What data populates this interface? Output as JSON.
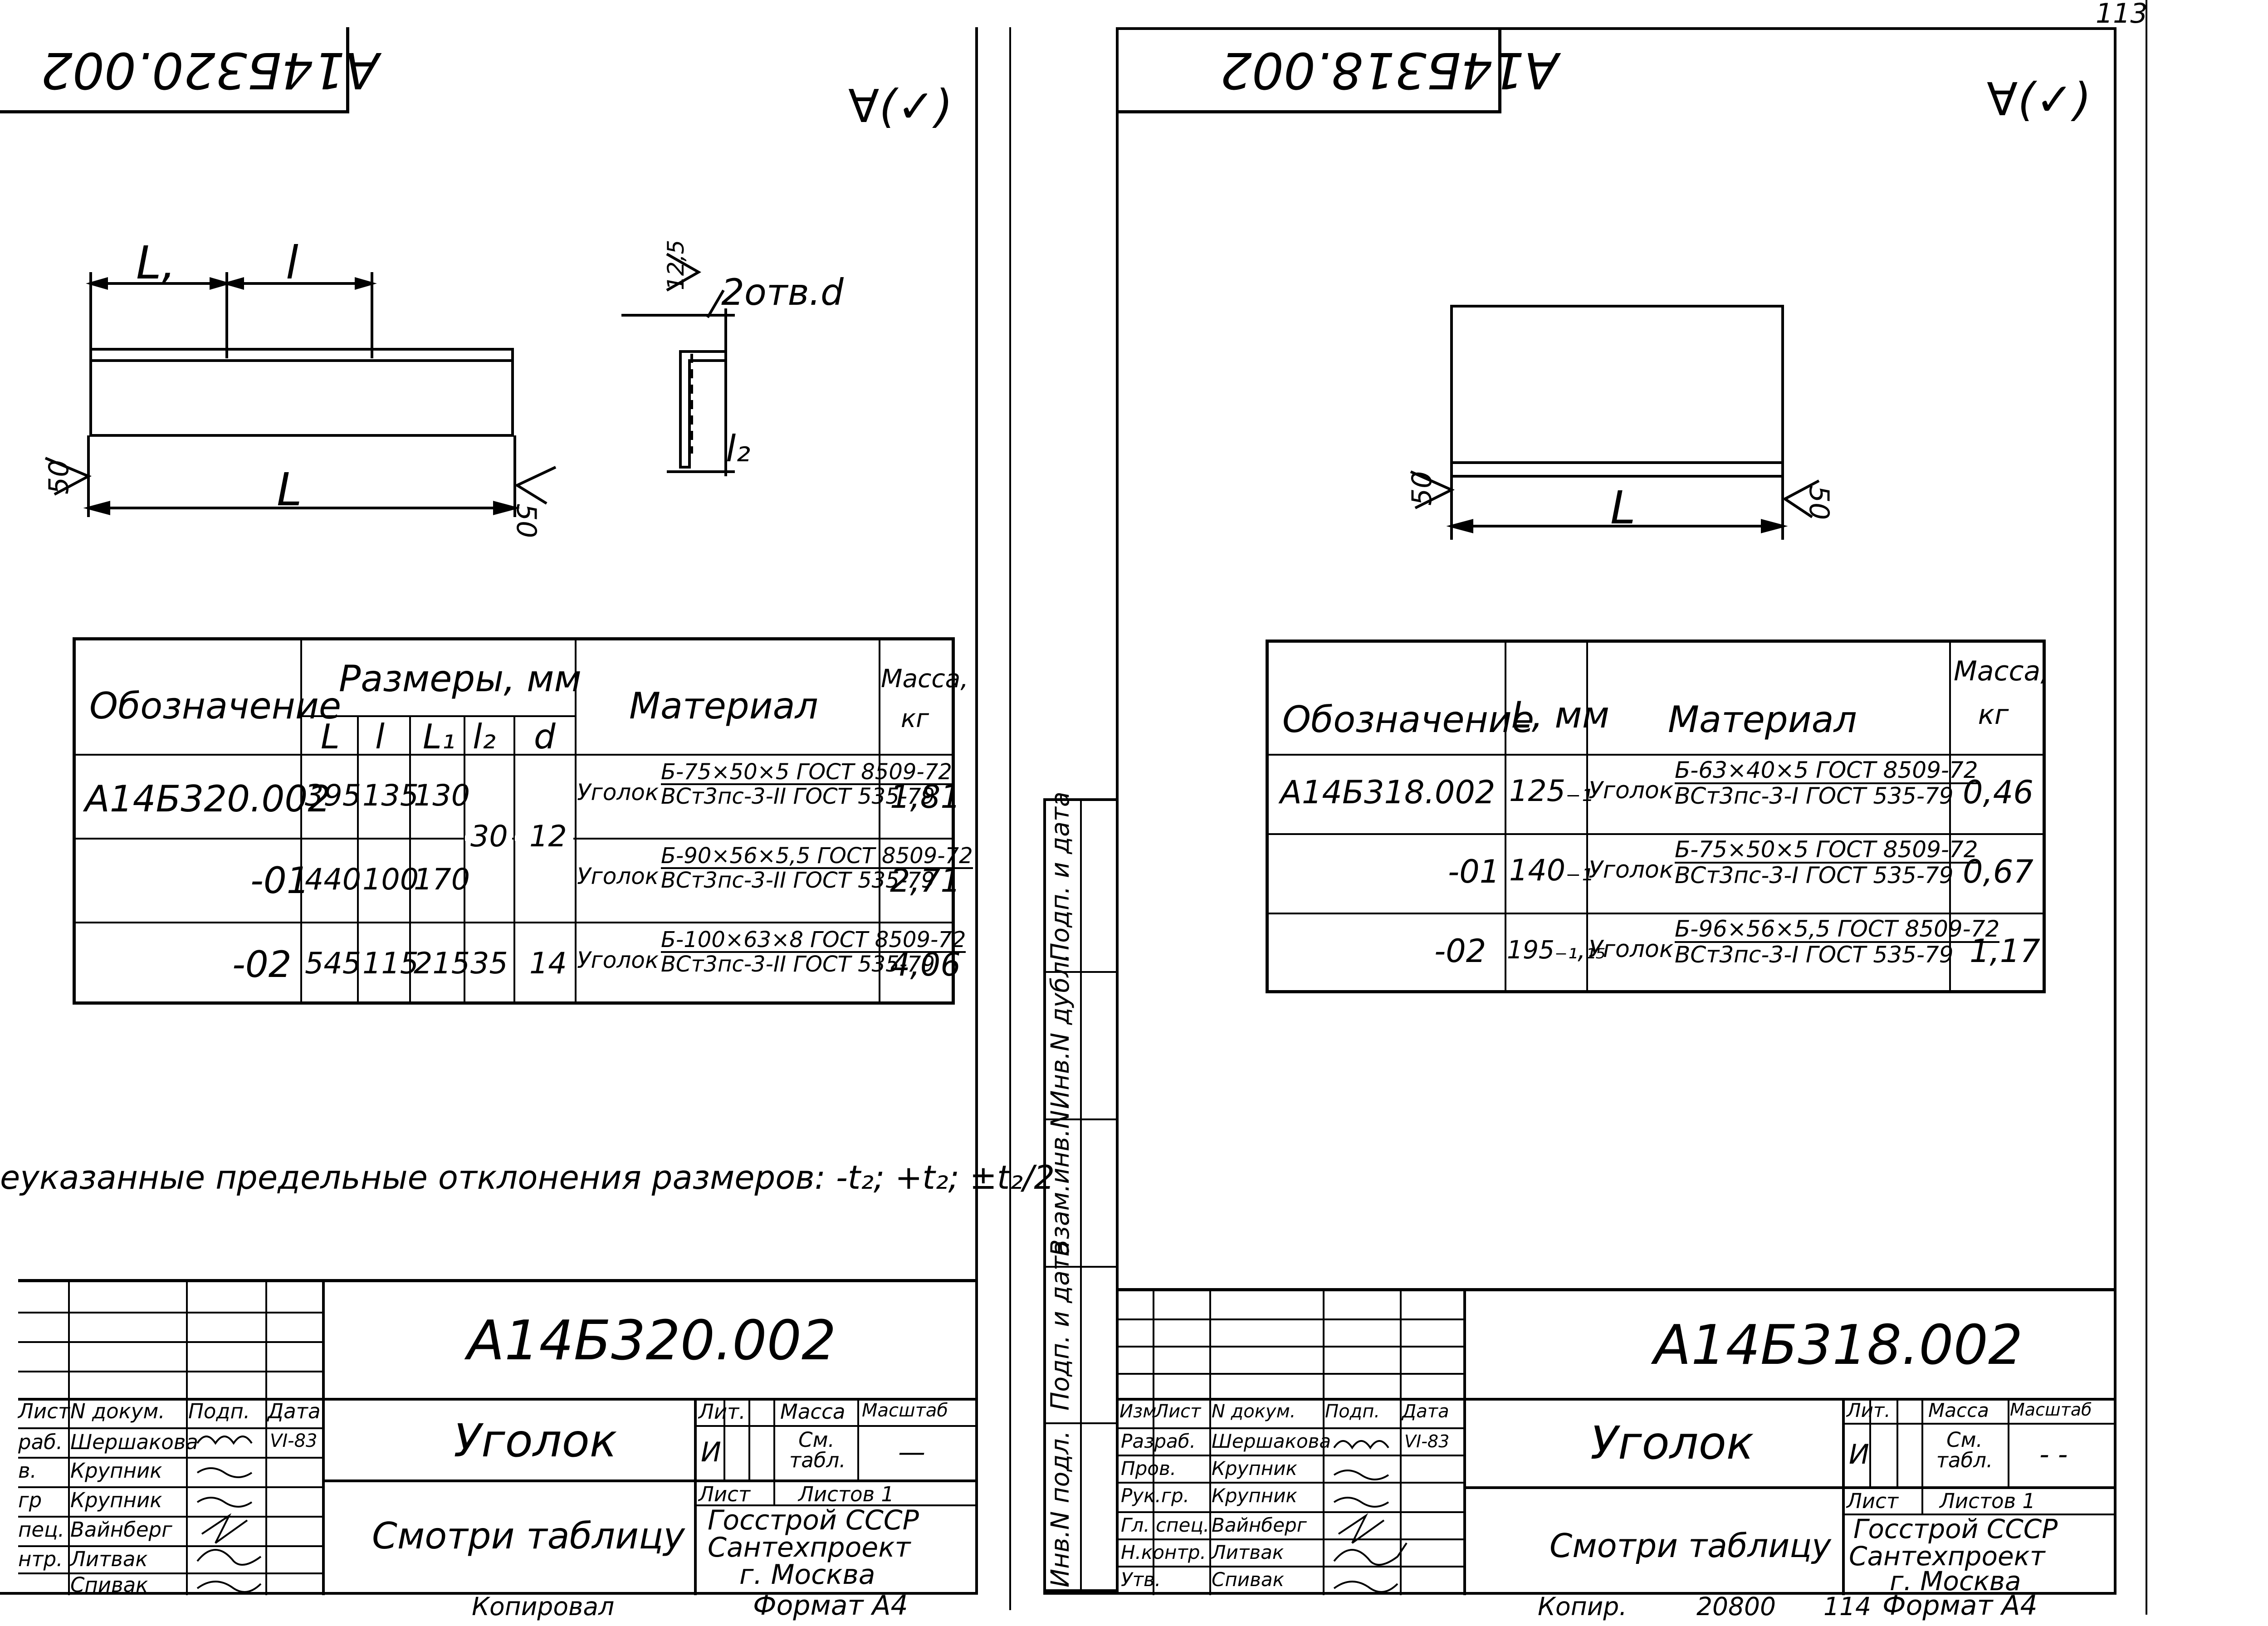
{
  "page_number": "113",
  "left_sheet": {
    "top_code": "А14Б320.002",
    "roughness": "∀(✓)",
    "dims": {
      "L1": "L,",
      "l": "l",
      "L": "L",
      "hole": "2отв.d",
      "l2": "l₂",
      "rough_top": "12,5",
      "rough_l": "50",
      "rough_r": "50"
    },
    "table": {
      "h_designation": "Обозначение",
      "h_sizes": "Размеры, мм",
      "h_L": "L",
      "h_l": "l",
      "h_L1": "L₁",
      "h_l2": "l₂",
      "h_d": "d",
      "h_material": "Материал",
      "h_mass": "Масса, кг",
      "rows": [
        {
          "designation": "А14Б320.002",
          "L": "395",
          "l": "135",
          "L1": "130",
          "l2": "30",
          "d": "12",
          "material_prefix": "Уголок",
          "material_top": "Б-75×50×5 ГОСТ 8509-72",
          "material_bottom": "ВСт3пс-3-II ГОСТ 535-79",
          "mass": "1,81"
        },
        {
          "designation": "-01",
          "L": "440",
          "l": "100",
          "L1": "170",
          "l2": "",
          "d": "",
          "material_prefix": "Уголок",
          "material_top": "Б-90×56×5,5 ГОСТ 8509-72",
          "material_bottom": "ВСт3пс-3-II ГОСТ 535-79",
          "mass": "2,71"
        },
        {
          "designation": "-02",
          "L": "545",
          "l": "115",
          "L1": "215",
          "l2": "35",
          "d": "14",
          "material_prefix": "Уголок",
          "material_top": "Б-100×63×8 ГОСТ 8509-72",
          "material_bottom": "ВСт3пс-3-II ГОСТ 535-79",
          "mass": "4,06"
        }
      ]
    },
    "note": "еуказанные предельные отклонения размеров: -t₂; +t₂; ±t₂/2",
    "title_block": {
      "code": "А14Б320.002",
      "name": "Уголок",
      "subtitle": "Смотри таблицу",
      "lit": "Лит.",
      "mass": "Масса",
      "scale": "Масштаб",
      "lit_val": "И",
      "mass_val": "См. табл.",
      "scale_val": "—",
      "sheet": "Лист",
      "sheets": "Листов 1",
      "org1": "Госстрой СССР",
      "org2": "Сантехпроект",
      "org3": "г. Москва",
      "col_headers": [
        "Лист",
        "N докум.",
        "Подп.",
        "Дата"
      ],
      "people": [
        {
          "role": "раб.",
          "name": "Шершакова",
          "date": "VI-83"
        },
        {
          "role": "в.",
          "name": "Крупник",
          "date": ""
        },
        {
          "role": "гр",
          "name": "Крупник",
          "date": ""
        },
        {
          "role": "пец.",
          "name": "Вайнберг",
          "date": ""
        },
        {
          "role": "нтр.",
          "name": "Литвак",
          "date": ""
        },
        {
          "role": "",
          "name": "Спивак",
          "date": ""
        }
      ],
      "copied": "Копировал",
      "format": "Формат А4"
    }
  },
  "right_sheet": {
    "top_code": "А14Б318.002",
    "roughness": "∀(✓)",
    "dims": {
      "L": "L",
      "rough_l": "50",
      "rough_r": "50"
    },
    "table": {
      "h_designation": "Обозначение",
      "h_L": "L, мм",
      "h_material": "Материал",
      "h_mass": "Масса, кг",
      "rows": [
        {
          "designation": "А14Б318.002",
          "L": "125₋₁",
          "material_prefix": "Уголок",
          "material_top": "Б-63×40×5 ГОСТ 8509-72",
          "material_bottom": "ВСт3пс-3-I ГОСТ 535-79",
          "mass": "0,46"
        },
        {
          "designation": "-01",
          "L": "140₋₁",
          "material_prefix": "Уголок",
          "material_top": "Б-75×50×5 ГОСТ 8509-72",
          "material_bottom": "ВСт3пс-3-I ГОСТ 535-79",
          "mass": "0,67"
        },
        {
          "designation": "-02",
          "L": "195₋₁,₁₅",
          "material_prefix": "Уголок",
          "material_top": "Б-96×56×5,5 ГОСТ 8509-72",
          "material_bottom": "ВСт3пс-3-I ГОСТ 535-79",
          "mass": "1,17"
        }
      ]
    },
    "side_labels": [
      "Инв.N подл.",
      "Подп. и дата",
      "Взам.инв.N",
      "Инв.N дубл.",
      "Подп. и дата"
    ],
    "title_block": {
      "code": "А14Б318.002",
      "name": "Уголок",
      "subtitle": "Смотри таблицу",
      "lit": "Лит.",
      "mass": "Масса",
      "scale": "Масштаб",
      "lit_val": "И",
      "mass_val": "См. табл.",
      "scale_val": "- -",
      "sheet": "Лист",
      "sheets": "Листов 1",
      "org1": "Госстрой СССР",
      "org2": "Сантехпроект",
      "org3": "г. Москва",
      "col_headers": [
        "Изм",
        "Лист",
        "N докум.",
        "Подп.",
        "Дата"
      ],
      "people": [
        {
          "role": "Разраб.",
          "name": "Шершакова",
          "date": "VI-83"
        },
        {
          "role": "Пров.",
          "name": "Крупник",
          "date": ""
        },
        {
          "role": "Рук.гр.",
          "name": "Крупник",
          "date": ""
        },
        {
          "role": "Гл. спец.",
          "name": "Вайнберг",
          "date": ""
        },
        {
          "role": "Н.контр.",
          "name": "Литвак",
          "date": ""
        },
        {
          "role": "Утв.",
          "name": "Спивак",
          "date": ""
        }
      ],
      "copied": "Копир.",
      "number": "20800",
      "page": "114",
      "format": "Формат А4"
    }
  }
}
